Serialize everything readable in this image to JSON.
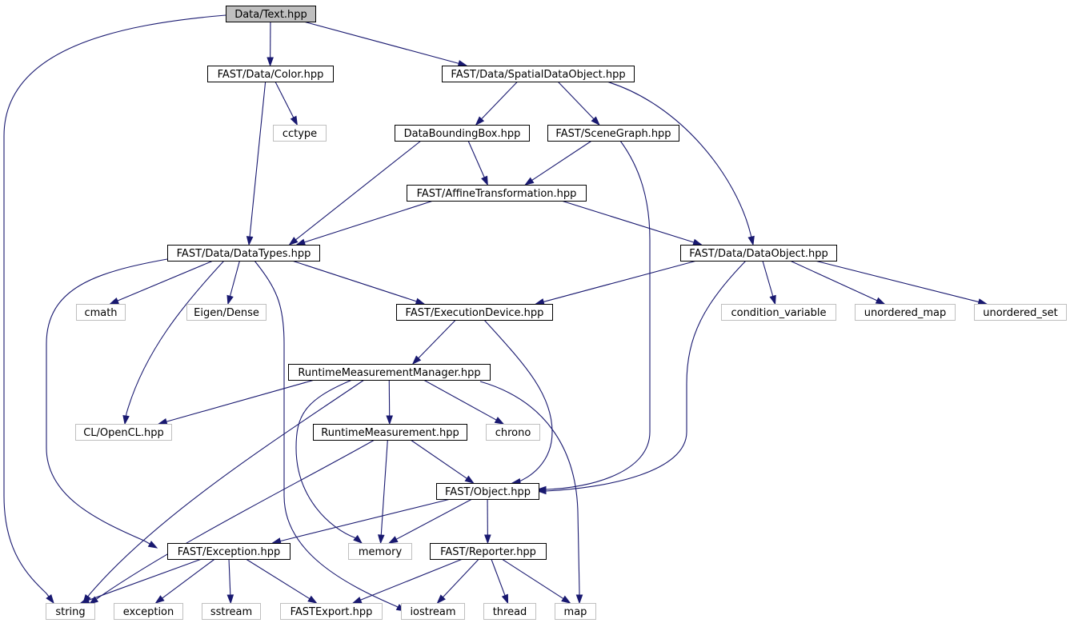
{
  "colors": {
    "edge": "#191970",
    "focus_fill": "#bfbfbf",
    "normal_border": "#000000",
    "external_border": "#bfbfbf"
  },
  "nodes": [
    {
      "id": "text_hpp",
      "label": "Data/Text.hpp",
      "kind": "focus"
    },
    {
      "id": "color_hpp",
      "label": "FAST/Data/Color.hpp",
      "kind": "normal"
    },
    {
      "id": "spatial_hpp",
      "label": "FAST/Data/SpatialDataObject.hpp",
      "kind": "normal"
    },
    {
      "id": "cctype",
      "label": "cctype",
      "kind": "external"
    },
    {
      "id": "bbox_hpp",
      "label": "DataBoundingBox.hpp",
      "kind": "normal"
    },
    {
      "id": "scenegraph_hpp",
      "label": "FAST/SceneGraph.hpp",
      "kind": "normal"
    },
    {
      "id": "affine_hpp",
      "label": "FAST/AffineTransformation.hpp",
      "kind": "normal"
    },
    {
      "id": "datatypes_hpp",
      "label": "FAST/Data/DataTypes.hpp",
      "kind": "normal"
    },
    {
      "id": "dataobject_hpp",
      "label": "FAST/Data/DataObject.hpp",
      "kind": "normal"
    },
    {
      "id": "cmath",
      "label": "cmath",
      "kind": "external"
    },
    {
      "id": "eigen_dense",
      "label": "Eigen/Dense",
      "kind": "external"
    },
    {
      "id": "execdevice_hpp",
      "label": "FAST/ExecutionDevice.hpp",
      "kind": "normal"
    },
    {
      "id": "condition_variable",
      "label": "condition_variable",
      "kind": "external"
    },
    {
      "id": "unordered_map",
      "label": "unordered_map",
      "kind": "external"
    },
    {
      "id": "unordered_set",
      "label": "unordered_set",
      "kind": "external"
    },
    {
      "id": "rtmm_hpp",
      "label": "RuntimeMeasurementManager.hpp",
      "kind": "normal"
    },
    {
      "id": "opencl_hpp",
      "label": "CL/OpenCL.hpp",
      "kind": "external"
    },
    {
      "id": "rtm_hpp",
      "label": "RuntimeMeasurement.hpp",
      "kind": "normal"
    },
    {
      "id": "chrono",
      "label": "chrono",
      "kind": "external"
    },
    {
      "id": "object_hpp",
      "label": "FAST/Object.hpp",
      "kind": "normal"
    },
    {
      "id": "exception_hpp",
      "label": "FAST/Exception.hpp",
      "kind": "normal"
    },
    {
      "id": "memory",
      "label": "memory",
      "kind": "external"
    },
    {
      "id": "reporter_hpp",
      "label": "FAST/Reporter.hpp",
      "kind": "normal"
    },
    {
      "id": "string",
      "label": "string",
      "kind": "external"
    },
    {
      "id": "exception",
      "label": "exception",
      "kind": "external"
    },
    {
      "id": "sstream",
      "label": "sstream",
      "kind": "external"
    },
    {
      "id": "fastexport_hpp",
      "label": "FASTExport.hpp",
      "kind": "external"
    },
    {
      "id": "iostream",
      "label": "iostream",
      "kind": "external"
    },
    {
      "id": "thread",
      "label": "thread",
      "kind": "external"
    },
    {
      "id": "map",
      "label": "map",
      "kind": "external"
    }
  ],
  "edges": [
    {
      "from": "text_hpp",
      "to": "string"
    },
    {
      "from": "text_hpp",
      "to": "color_hpp"
    },
    {
      "from": "text_hpp",
      "to": "spatial_hpp"
    },
    {
      "from": "color_hpp",
      "to": "cctype"
    },
    {
      "from": "color_hpp",
      "to": "datatypes_hpp"
    },
    {
      "from": "spatial_hpp",
      "to": "bbox_hpp"
    },
    {
      "from": "spatial_hpp",
      "to": "scenegraph_hpp"
    },
    {
      "from": "spatial_hpp",
      "to": "dataobject_hpp"
    },
    {
      "from": "bbox_hpp",
      "to": "affine_hpp"
    },
    {
      "from": "bbox_hpp",
      "to": "datatypes_hpp"
    },
    {
      "from": "scenegraph_hpp",
      "to": "affine_hpp"
    },
    {
      "from": "scenegraph_hpp",
      "to": "object_hpp"
    },
    {
      "from": "affine_hpp",
      "to": "datatypes_hpp"
    },
    {
      "from": "affine_hpp",
      "to": "dataobject_hpp"
    },
    {
      "from": "datatypes_hpp",
      "to": "cmath"
    },
    {
      "from": "datatypes_hpp",
      "to": "eigen_dense"
    },
    {
      "from": "datatypes_hpp",
      "to": "opencl_hpp"
    },
    {
      "from": "datatypes_hpp",
      "to": "execdevice_hpp"
    },
    {
      "from": "datatypes_hpp",
      "to": "exception_hpp"
    },
    {
      "from": "datatypes_hpp",
      "to": "iostream"
    },
    {
      "from": "dataobject_hpp",
      "to": "execdevice_hpp"
    },
    {
      "from": "dataobject_hpp",
      "to": "condition_variable"
    },
    {
      "from": "dataobject_hpp",
      "to": "unordered_map"
    },
    {
      "from": "dataobject_hpp",
      "to": "unordered_set"
    },
    {
      "from": "dataobject_hpp",
      "to": "object_hpp"
    },
    {
      "from": "execdevice_hpp",
      "to": "rtmm_hpp"
    },
    {
      "from": "execdevice_hpp",
      "to": "object_hpp"
    },
    {
      "from": "rtmm_hpp",
      "to": "opencl_hpp"
    },
    {
      "from": "rtmm_hpp",
      "to": "rtm_hpp"
    },
    {
      "from": "rtmm_hpp",
      "to": "chrono"
    },
    {
      "from": "rtmm_hpp",
      "to": "string"
    },
    {
      "from": "rtmm_hpp",
      "to": "memory"
    },
    {
      "from": "rtmm_hpp",
      "to": "map"
    },
    {
      "from": "rtm_hpp",
      "to": "object_hpp"
    },
    {
      "from": "rtm_hpp",
      "to": "memory"
    },
    {
      "from": "rtm_hpp",
      "to": "string"
    },
    {
      "from": "object_hpp",
      "to": "exception_hpp"
    },
    {
      "from": "object_hpp",
      "to": "memory"
    },
    {
      "from": "object_hpp",
      "to": "reporter_hpp"
    },
    {
      "from": "exception_hpp",
      "to": "string"
    },
    {
      "from": "exception_hpp",
      "to": "exception"
    },
    {
      "from": "exception_hpp",
      "to": "sstream"
    },
    {
      "from": "exception_hpp",
      "to": "fastexport_hpp"
    },
    {
      "from": "reporter_hpp",
      "to": "fastexport_hpp"
    },
    {
      "from": "reporter_hpp",
      "to": "iostream"
    },
    {
      "from": "reporter_hpp",
      "to": "thread"
    },
    {
      "from": "reporter_hpp",
      "to": "map"
    }
  ]
}
